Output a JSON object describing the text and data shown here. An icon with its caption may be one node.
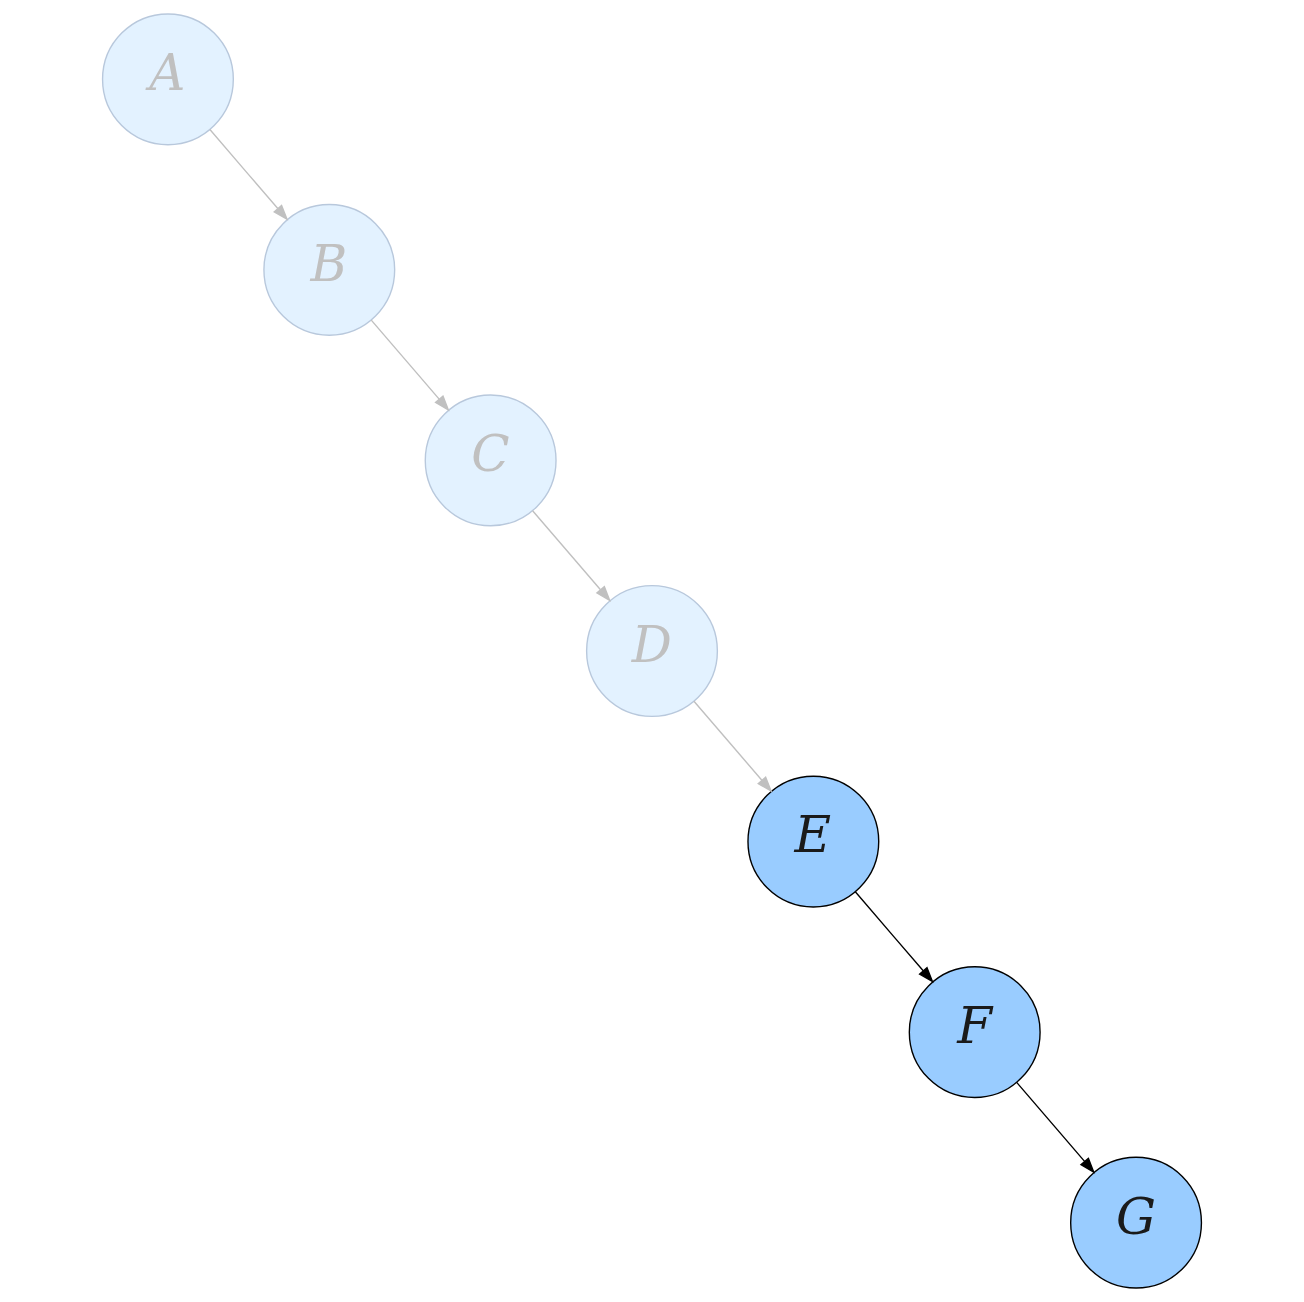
{
  "diagram": {
    "nodes": [
      {
        "text": [
          "A"
        ]
      },
      {
        "text": [
          "B"
        ]
      },
      {
        "text": [
          "C"
        ]
      },
      {
        "text": [
          "D"
        ]
      },
      {
        "text": [
          "E"
        ]
      },
      {
        "text": [
          "F"
        ]
      },
      {
        "text": [
          "G"
        ]
      }
    ],
    "edges": [
      {
        "from": 0,
        "to": 1,
        "arrow": "to"
      },
      {
        "from": 1,
        "to": 2,
        "arrow": "to"
      },
      {
        "from": 2,
        "to": 3,
        "arrow": "to"
      },
      {
        "from": 3,
        "to": 4,
        "arrow": "to"
      },
      {
        "from": 4,
        "to": 5,
        "arrow": "to",
        "color": "#000000"
      },
      {
        "from": 5,
        "to": 6,
        "arrow": "to",
        "color": "#000000"
      }
    ]
  }
}
